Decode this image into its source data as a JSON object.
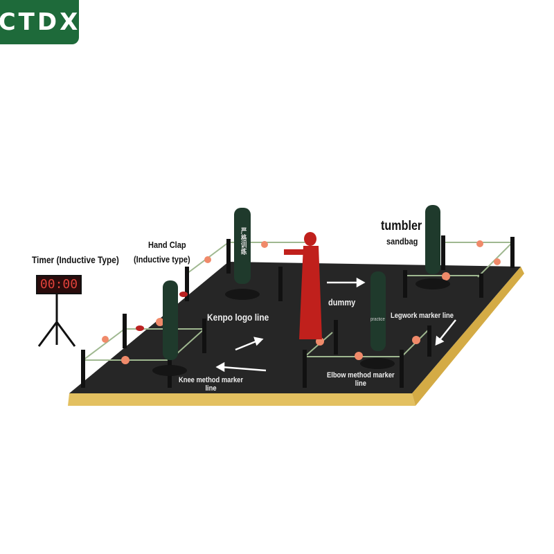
{
  "brand": {
    "logo_text": "CTDX",
    "color": "#1e6a3a"
  },
  "timer": {
    "display": "00:00"
  },
  "labels": {
    "timer": "Timer (Inductive Type)",
    "hand_clap_1": "Hand Clap",
    "hand_clap_2": "(Inductive type)",
    "tumbler": "tumbler",
    "sandbag": "sandbag",
    "kenpo": "Kenpo logo line",
    "dummy": "dummy",
    "legwork": "Legwork marker line",
    "knee_1": "Knee method marker",
    "knee_2": "line",
    "elbow_1": "Elbow method marker",
    "elbow_2": "line"
  },
  "bag_text": {
    "chinese": "严格训练",
    "english": "practice"
  },
  "colors": {
    "mat": "#262626",
    "mat_edge": "#e3c060",
    "bag": "#1f3a2c",
    "dummy": "#c0201c",
    "marker": "#f08a6a"
  }
}
